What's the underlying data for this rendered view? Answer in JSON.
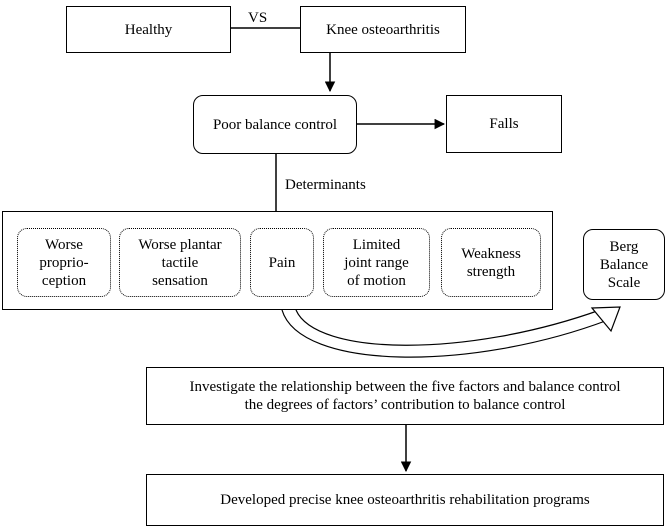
{
  "top": {
    "healthy": "Healthy",
    "vs": "VS",
    "knee_oa": "Knee osteoarthritis"
  },
  "poor_balance": "Poor balance control",
  "falls": "Falls",
  "determinants_label": "Determinants",
  "factors": [
    "Worse\nproprio-\nception",
    "Worse plantar\ntactile\nsensation",
    "Pain",
    "Limited\njoint range\nof motion",
    "Weakness\nstrength"
  ],
  "berg": "Berg\nBalance\nScale",
  "investigate": {
    "line1": "Investigate the relationship between the five factors and balance control",
    "line2": "the degrees of factors’ contribution to balance control"
  },
  "developed": "Developed precise knee osteoarthritis rehabilitation programs"
}
